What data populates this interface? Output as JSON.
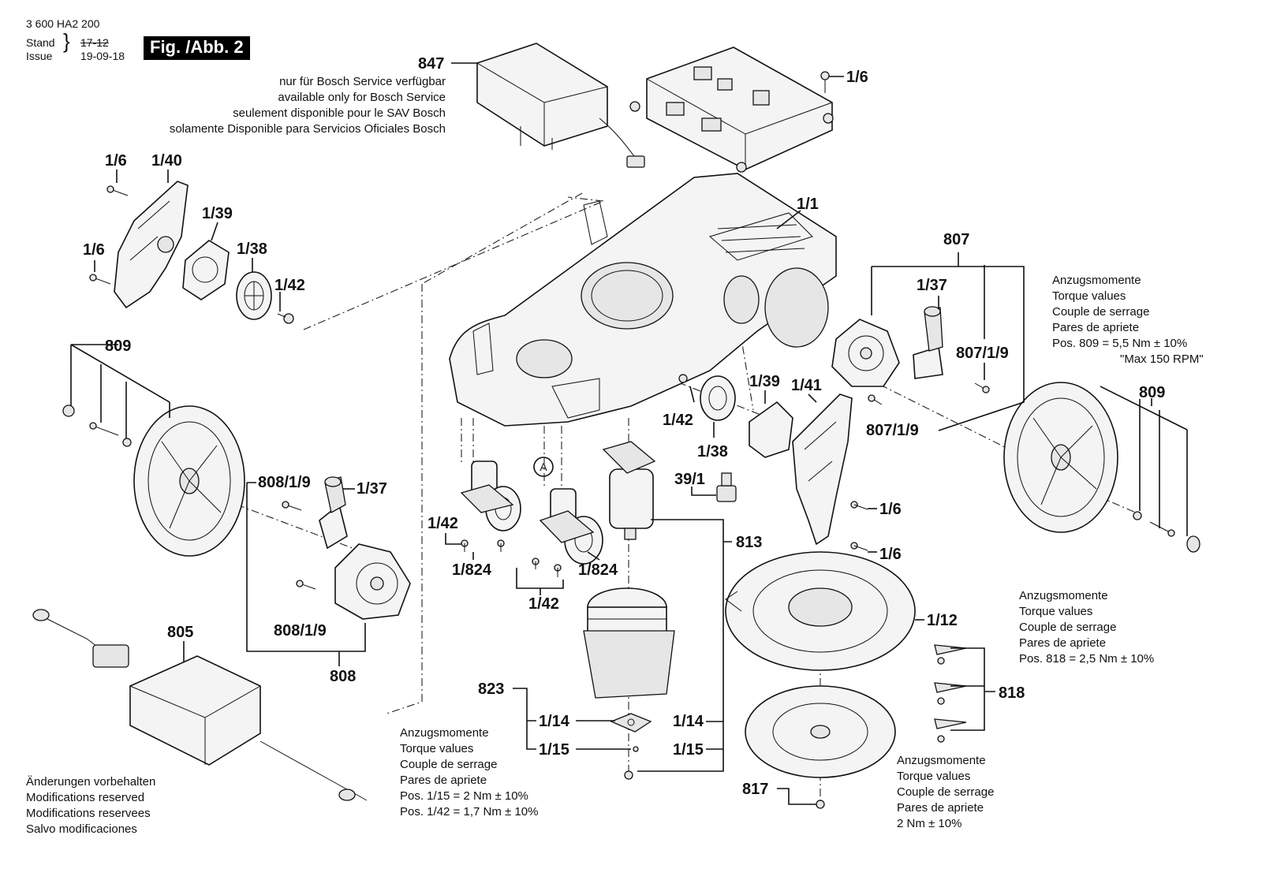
{
  "header": {
    "doc_number": "3 600 HA2 200",
    "stand_label": "Stand",
    "issue_label": "Issue",
    "stand_date": "17-12",
    "issue_date": "19-09-18",
    "figure_title": "Fig. /Abb. 2"
  },
  "service_note": [
    "nur für Bosch Service verfügbar",
    "available only for Bosch Service",
    "seulement disponible pour le SAV Bosch",
    "solamente Disponible para Servicios Oficiales Bosch"
  ],
  "torque_notes": {
    "wheel_right": [
      "Anzugsmomente",
      "Torque values",
      "Couple de serrage",
      "Pares de apriete",
      "Pos. 809 = 5,5 Nm  ± 10%",
      "\"Max 150 RPM\""
    ],
    "blade": [
      "Anzugsmomente",
      "Torque values",
      "Couple de serrage",
      "Pares de apriete",
      "Pos. 818 = 2,5 Nm  ± 10%"
    ],
    "motor": [
      "Anzugsmomente",
      "Torque values",
      "Couple de serrage",
      "Pares de apriete",
      "Pos. 1/15 = 2 Nm  ± 10%",
      "Pos. 1/42 = 1,7 Nm  ± 10%"
    ],
    "disc": [
      "Anzugsmomente",
      "Torque values",
      "Couple de serrage",
      "Pares de apriete",
      "2 Nm  ± 10%"
    ]
  },
  "changes_note": [
    "Änderungen vorbehalten",
    "Modifications reserved",
    "Modifications reservees",
    "Salvo modificaciones"
  ],
  "labels": {
    "p847": "847",
    "p1_6_top": "1/6",
    "p1_6_left1": "1/6",
    "p1_40": "1/40",
    "p1_39_left": "1/39",
    "p1_6_left2": "1/6",
    "p1_38_left": "1/38",
    "p1_42_left": "1/42",
    "p1_1": "1/1",
    "p807": "807",
    "p1_37_right": "1/37",
    "p807_1_9_a": "807/1/9",
    "p807_1_9_b": "807/1/9",
    "p809_left": "809",
    "p809_right": "809",
    "p1_39_mid": "1/39",
    "p1_41": "1/41",
    "p1_42_mid": "1/42",
    "p1_38_mid": "1/38",
    "p39_1": "39/1",
    "p1_6_mid1": "1/6",
    "p1_6_mid2": "1/6",
    "p808_1_9_a": "808/1/9",
    "p1_37_left": "1/37",
    "p808_1_9_b": "808/1/9",
    "p808": "808",
    "p1_42_wheel": "1/42",
    "p1_824_a": "1/824",
    "p1_824_b": "1/824",
    "p1_42_bottom": "1/42",
    "p813": "813",
    "p1_12": "1/12",
    "p805": "805",
    "p823": "823",
    "p1_14_a": "1/14",
    "p1_14_b": "1/14",
    "p1_15_a": "1/15",
    "p1_15_b": "1/15",
    "p818": "818",
    "p817": "817",
    "marker_a": "A"
  }
}
